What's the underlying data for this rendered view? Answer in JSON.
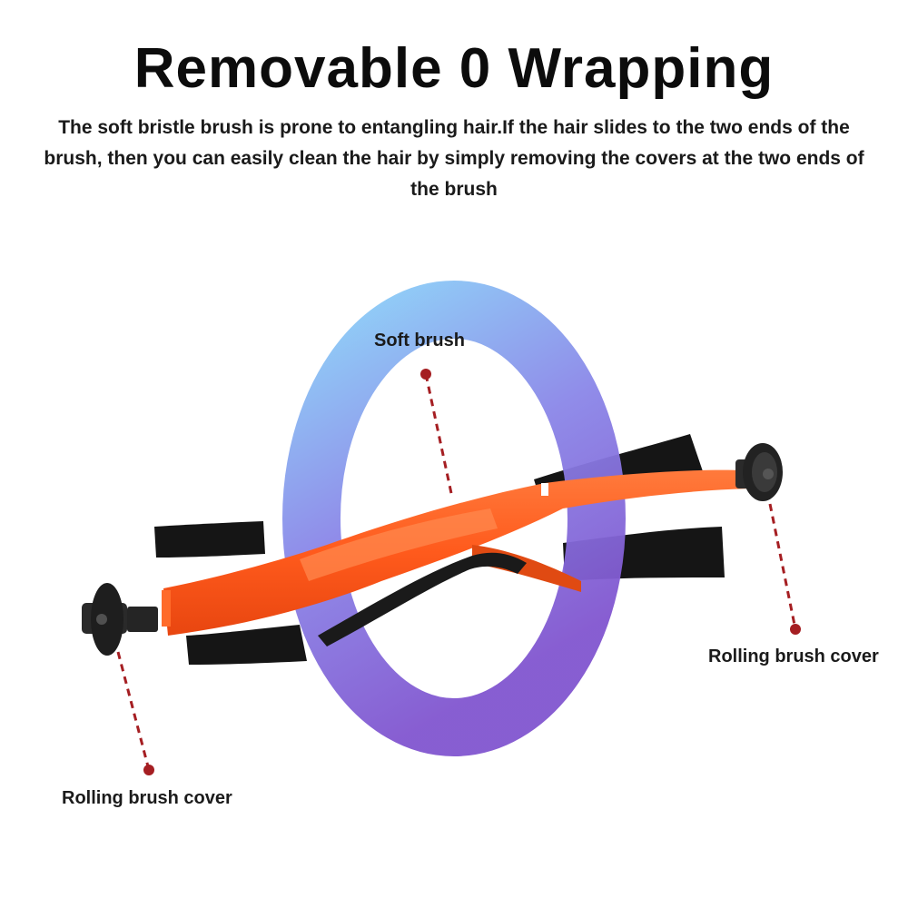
{
  "header": {
    "title": "Removable 0 Wrapping",
    "description": "The soft bristle brush is prone to entangling hair.If the hair slides to the two ends of the brush, then you can easily clean the hair by simply removing the covers at the two ends of the brush"
  },
  "callouts": {
    "soft_brush": "Soft brush",
    "cover_right": "Rolling brush cover",
    "cover_left": "Rolling brush cover"
  },
  "colors": {
    "ring_top": "#8ad0f7",
    "ring_bottom": "#8257d0",
    "brush_orange": "#ff5a1c",
    "bristle": "#141414",
    "leader_line": "#a51e22"
  },
  "icons": {
    "brush_product": "roller-brush-illustration",
    "end_cap": "end-cap-illustration",
    "ring": "zero-ring-graphic"
  }
}
